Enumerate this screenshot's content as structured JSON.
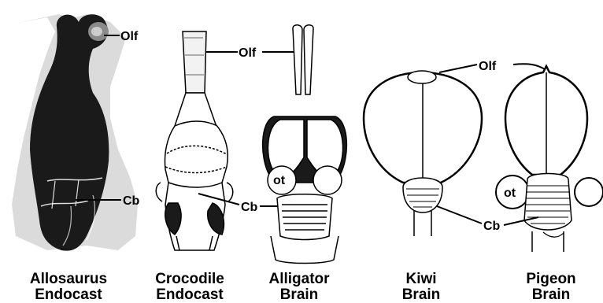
{
  "labels": {
    "olf": "Olf",
    "cb": "Cb",
    "ot": "ot"
  },
  "captions": [
    {
      "line1": "Allosaurus",
      "line2": "Endocast"
    },
    {
      "line1": "Crocodile",
      "line2": "Endocast"
    },
    {
      "line1": "Alligator",
      "line2": "Brain"
    },
    {
      "line1": "Kiwi",
      "line2": "Brain"
    },
    {
      "line1": "Pigeon",
      "line2": "Brain"
    }
  ]
}
